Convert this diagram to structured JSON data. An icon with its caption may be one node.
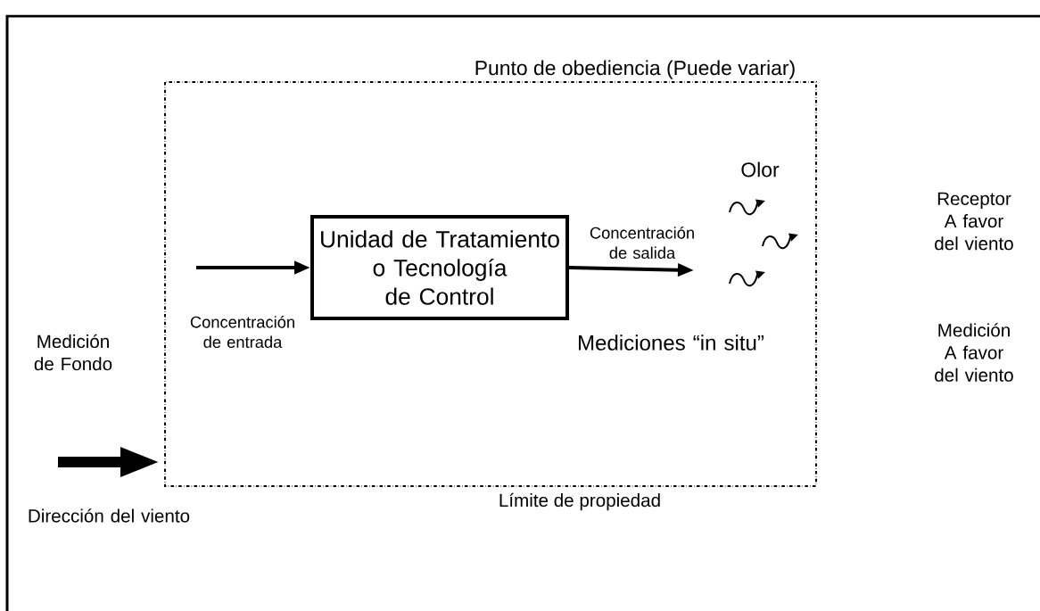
{
  "diagram": {
    "nodes": [
      {
        "text": [
          "Punto de obediencia (Puede variar)"
        ],
        "beside": [
          "Límite de propiedad"
        ]
      },
      {
        "text": [
          "Unidad de Tratamiento o Tecnología de Control"
        ],
        "in": 0
      }
    ],
    "edges": [
      {
        "from": null,
        "to": 1,
        "arrow": "to",
        "label": "Concentración de entrada"
      },
      {
        "from": 1,
        "to": null,
        "arrow": "to",
        "label": "Concentración de salida"
      }
    ],
    "labels": [
      "Olor",
      "Receptor A favor del viento",
      "Mediciones “in situ”",
      "Medición de Fondo",
      "Medición A favor del viento",
      "Dirección del viento"
    ]
  }
}
